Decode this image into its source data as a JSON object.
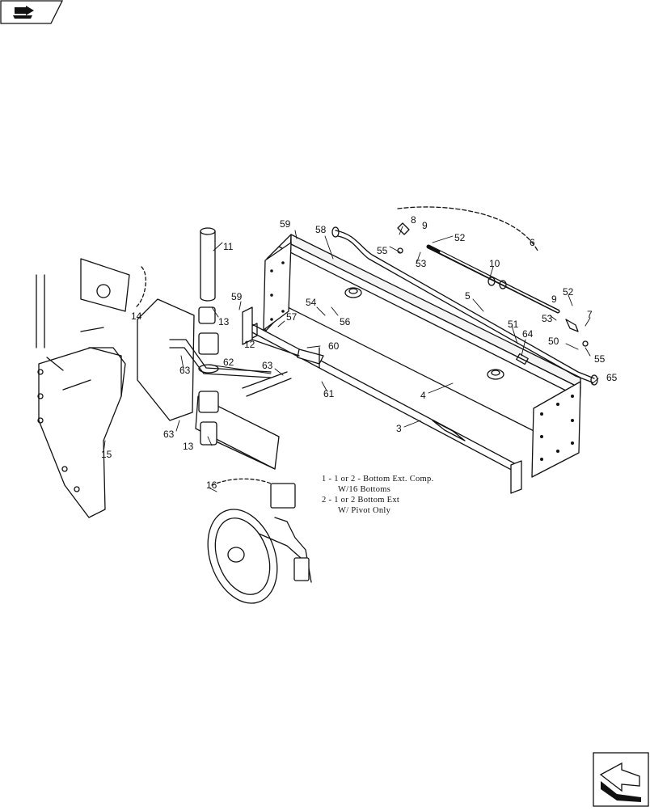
{
  "callouts": [
    {
      "id": "c11",
      "text": "11"
    },
    {
      "id": "c59a",
      "text": "59"
    },
    {
      "id": "c58",
      "text": "58"
    },
    {
      "id": "c8a",
      "text": "8"
    },
    {
      "id": "c9a",
      "text": "9"
    },
    {
      "id": "c52a",
      "text": "52"
    },
    {
      "id": "c6",
      "text": "6"
    },
    {
      "id": "c55a",
      "text": "55"
    },
    {
      "id": "c53a",
      "text": "53"
    },
    {
      "id": "c10",
      "text": "10"
    },
    {
      "id": "c14",
      "text": "14"
    },
    {
      "id": "c59b",
      "text": "59"
    },
    {
      "id": "c13a",
      "text": "13"
    },
    {
      "id": "c54",
      "text": "54"
    },
    {
      "id": "c57",
      "text": "57"
    },
    {
      "id": "c56",
      "text": "56"
    },
    {
      "id": "c5",
      "text": "5"
    },
    {
      "id": "c9b",
      "text": "9"
    },
    {
      "id": "c52b",
      "text": "52"
    },
    {
      "id": "c7",
      "text": "7"
    },
    {
      "id": "c53b",
      "text": "53"
    },
    {
      "id": "c51",
      "text": "51"
    },
    {
      "id": "c64",
      "text": "64"
    },
    {
      "id": "c12",
      "text": "12"
    },
    {
      "id": "c50",
      "text": "50"
    },
    {
      "id": "c55b",
      "text": "55"
    },
    {
      "id": "c60",
      "text": "60"
    },
    {
      "id": "c62",
      "text": "62"
    },
    {
      "id": "c63a",
      "text": "63"
    },
    {
      "id": "c63b",
      "text": "63"
    },
    {
      "id": "c4",
      "text": "4"
    },
    {
      "id": "c65",
      "text": "65"
    },
    {
      "id": "c61",
      "text": "61"
    },
    {
      "id": "c3",
      "text": "3"
    },
    {
      "id": "c63c",
      "text": "63"
    },
    {
      "id": "c13b",
      "text": "13"
    },
    {
      "id": "c15",
      "text": "15"
    },
    {
      "id": "c16",
      "text": "16"
    }
  ],
  "notes": [
    "1 - 1 or 2 - Bottom Ext. Comp.",
    "W/16 Bottoms",
    "2 - 1 or 2 Bottom Ext",
    "W/ Pivot Only"
  ],
  "icons": {
    "top_left": "book-arrow-icon",
    "bottom_right": "next-page-arrow-icon"
  }
}
